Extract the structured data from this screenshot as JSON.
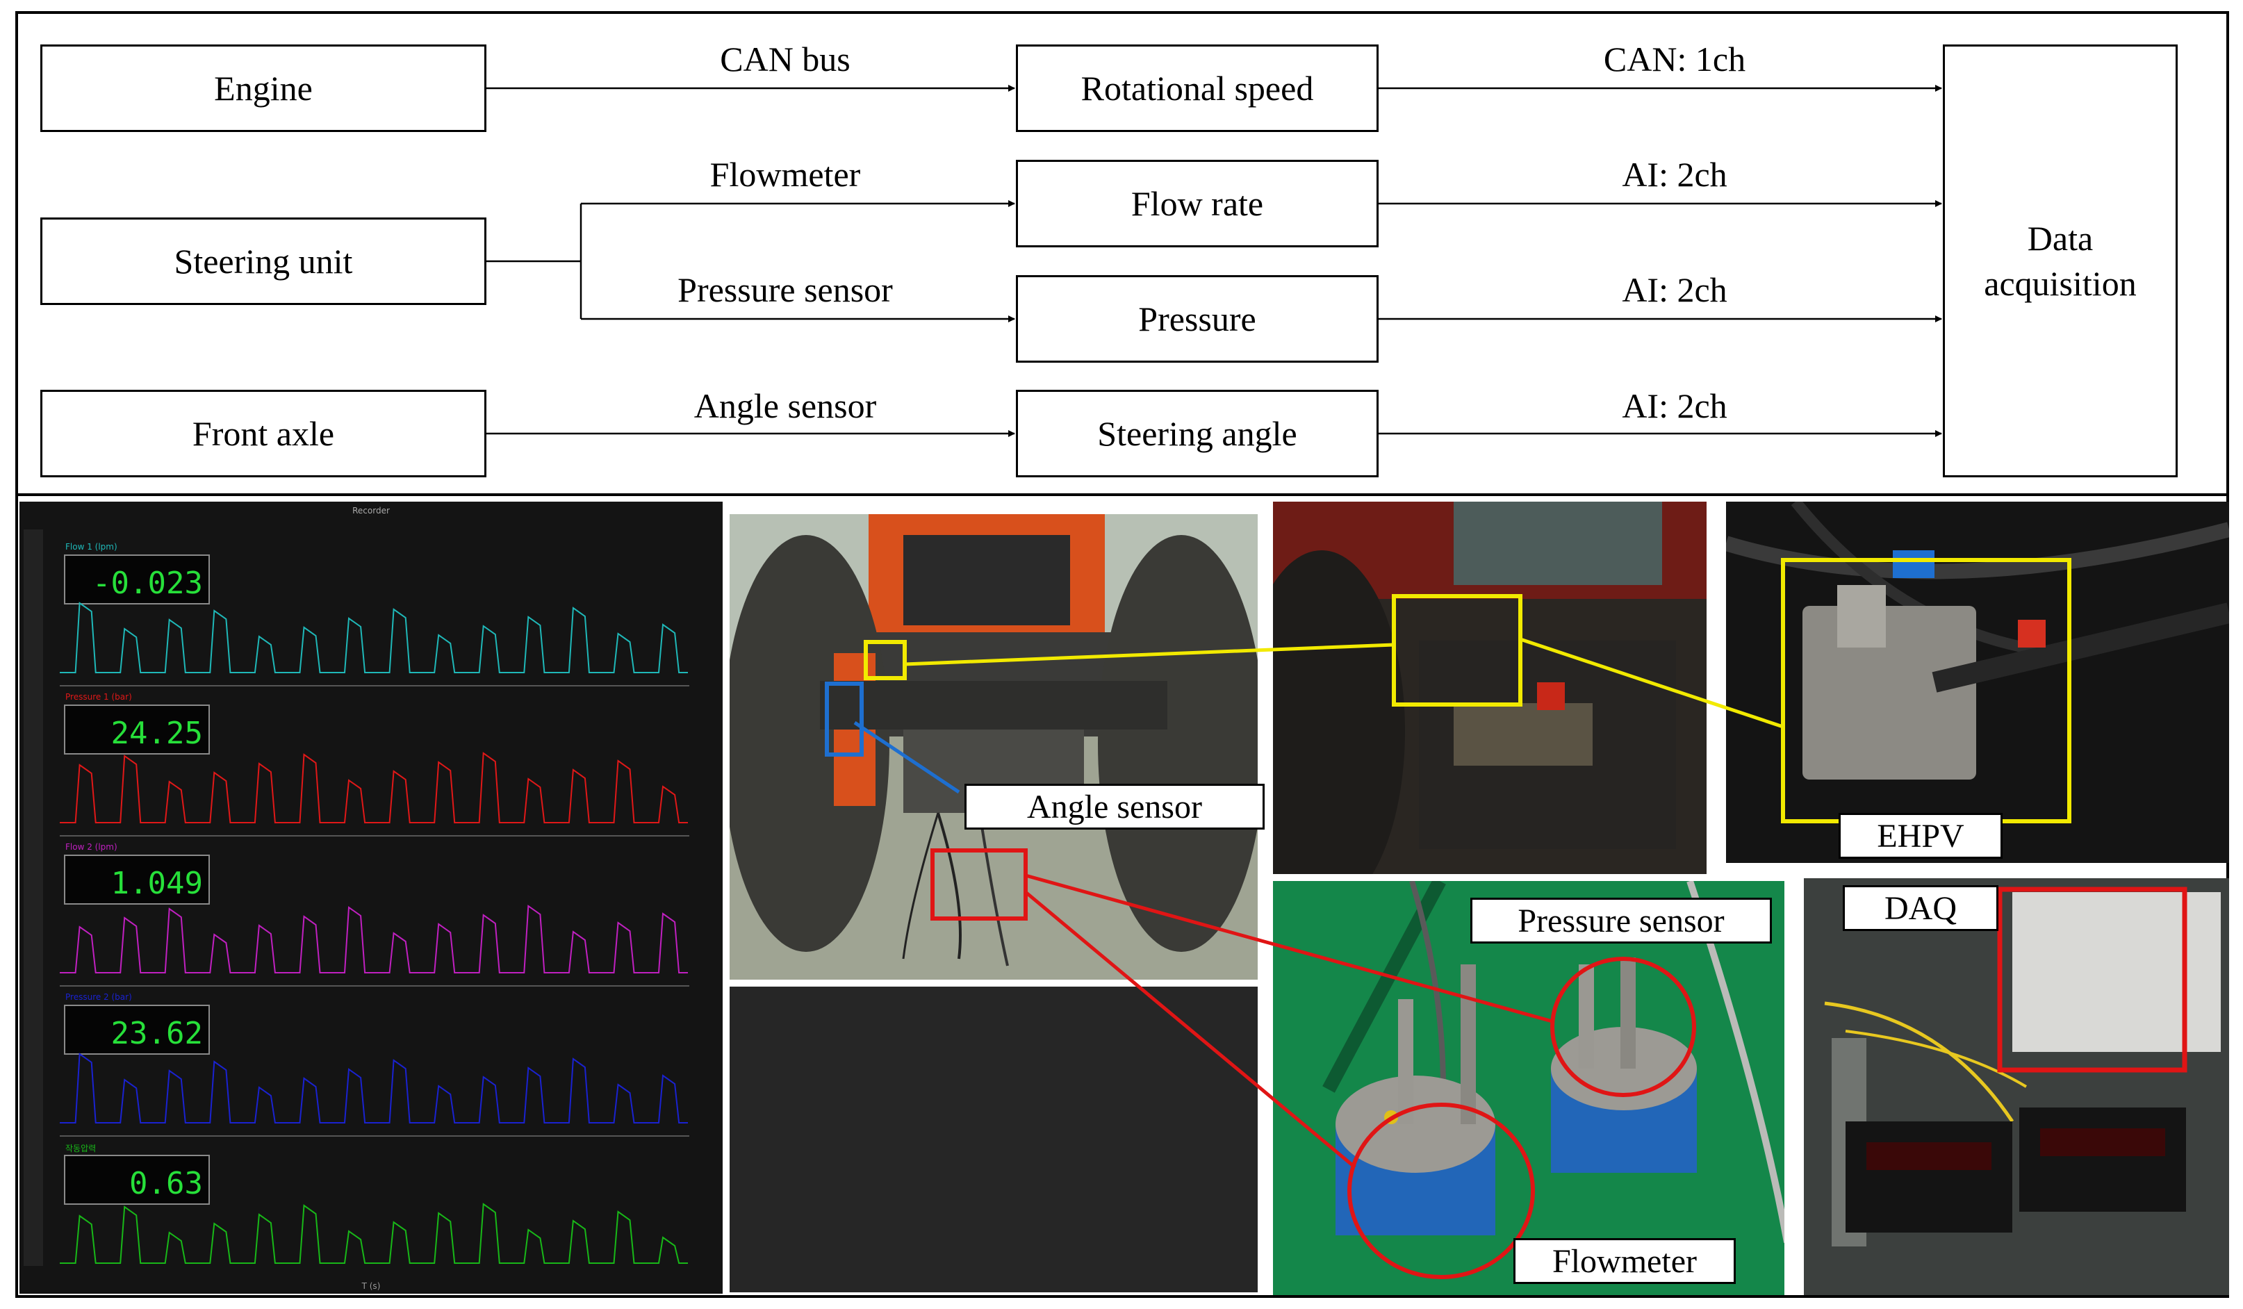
{
  "diagram": {
    "sources": [
      {
        "id": "engine",
        "label": "Engine"
      },
      {
        "id": "steering_unit",
        "label": "Steering unit"
      },
      {
        "id": "front_axle",
        "label": "Front axle"
      }
    ],
    "sensors": [
      "CAN bus",
      "Flowmeter",
      "Pressure sensor",
      "Angle sensor"
    ],
    "signals": [
      "Rotational speed",
      "Flow rate",
      "Pressure",
      "Steering angle"
    ],
    "channels": [
      "CAN: 1ch",
      "AI: 2ch",
      "AI: 2ch",
      "AI: 2ch"
    ],
    "sink": "Data acquisition"
  },
  "daq_screen": {
    "title": "Recorder",
    "x_axis_label": "T (s)",
    "channels": [
      {
        "name": "Flow 1 (lpm)",
        "value": "-0.023",
        "color": "#1fb8b8"
      },
      {
        "name": "Pressure 1 (bar)",
        "value": "24.25",
        "color": "#e01818"
      },
      {
        "name": "Flow 2 (lpm)",
        "value": "1.049",
        "color": "#c020c0"
      },
      {
        "name": "Pressure 2 (bar)",
        "value": "23.62",
        "color": "#1a22d0"
      },
      {
        "name": "작동압력",
        "value": "0.63",
        "color": "#18b818"
      }
    ],
    "readout_color": "#27e03a"
  },
  "callouts": {
    "angle_sensor": "Angle sensor",
    "ehpv": "EHPV",
    "pressure_sensor": "Pressure sensor",
    "flowmeter": "Flowmeter",
    "daq": "DAQ"
  },
  "colors": {
    "yellow_highlight": "#f2ea00",
    "red_highlight": "#e01515",
    "blue_highlight": "#1e6fd0"
  }
}
